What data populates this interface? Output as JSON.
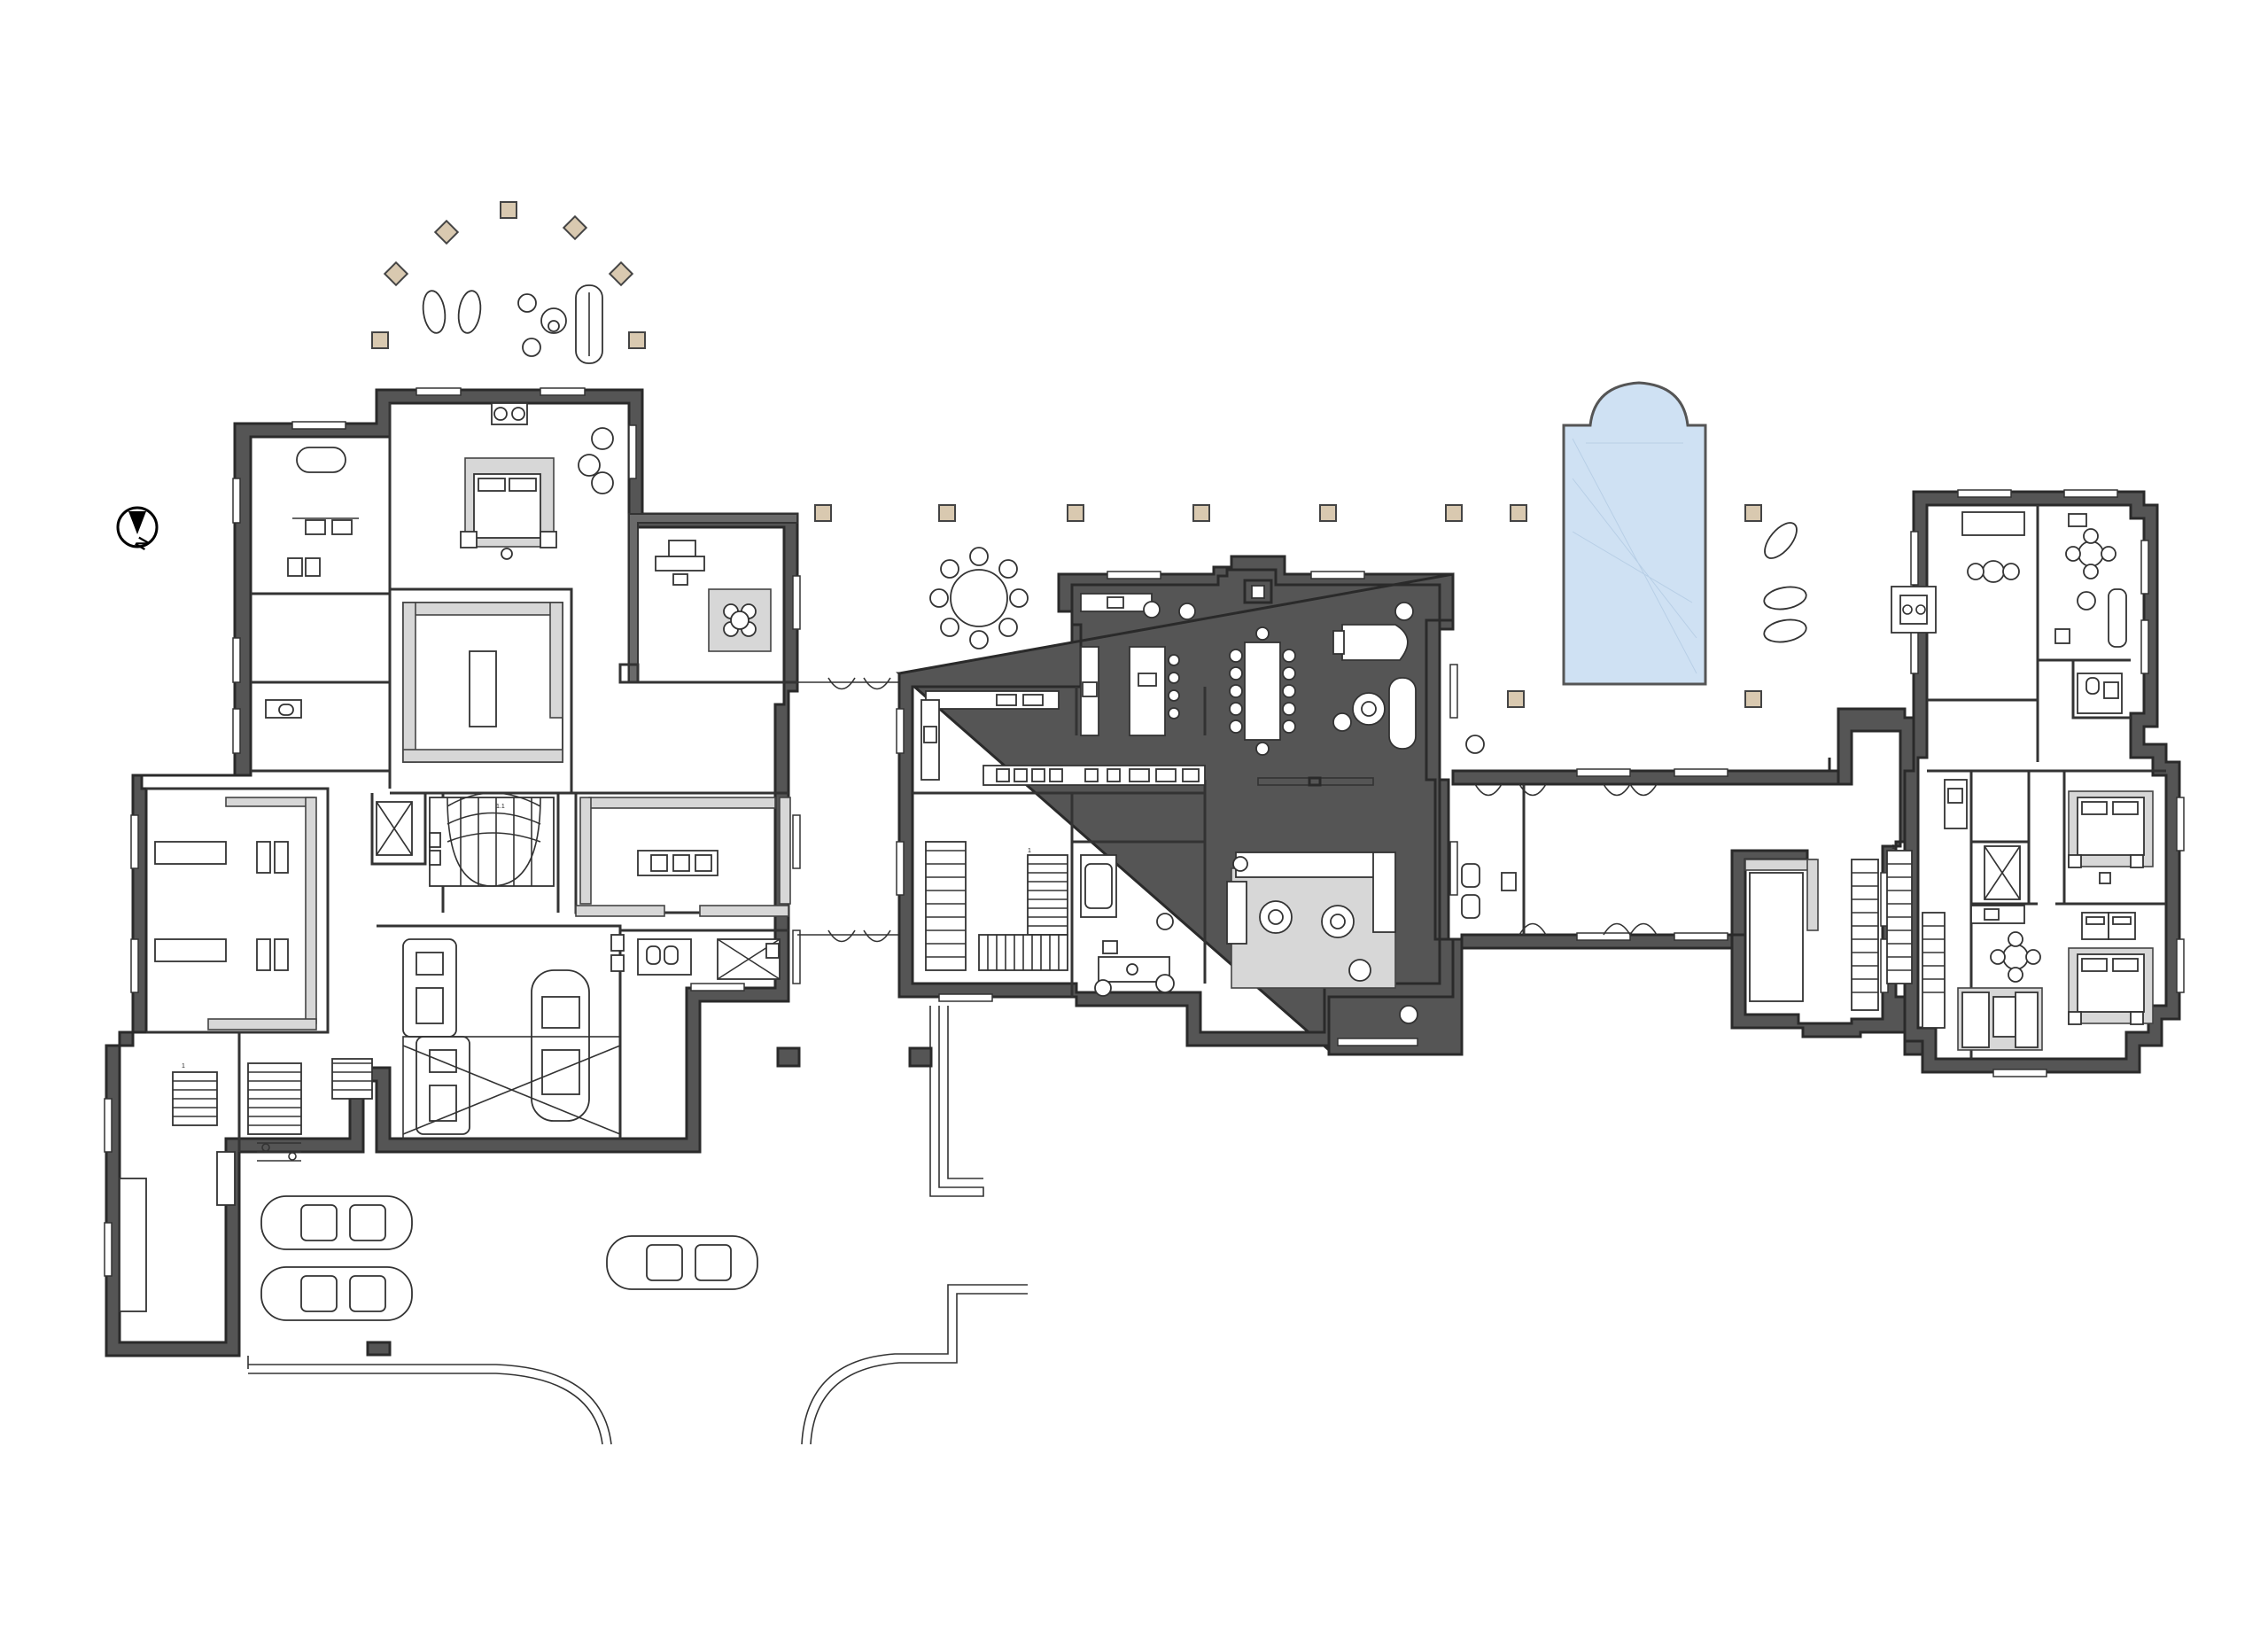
{
  "compass": {
    "north_label": "N"
  },
  "stair_labels": {
    "main_stair": "1.1",
    "west_stair": "1",
    "center_stair": "1",
    "east_stair": "1"
  },
  "colors": {
    "wall": "#555555",
    "pool": "#cfe1f3",
    "rug": "#d7d7d7",
    "pillar": "#d9c9b0"
  }
}
